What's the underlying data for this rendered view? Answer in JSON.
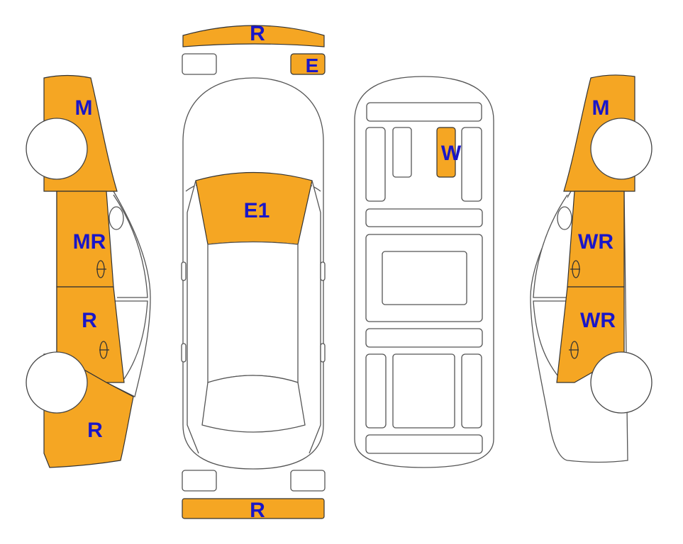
{
  "colors": {
    "damage_fill": "#F5A623",
    "label_text": "#1A16C8",
    "outline": "#555555"
  },
  "labels": {
    "front_bumper": "R",
    "headlamp_right": "E",
    "windshield": "E1",
    "rear_bumper": "R",
    "floor_panel": "W",
    "left_fender": "M",
    "left_front_door": "MR",
    "left_rear_door": "R",
    "left_quarter": "R",
    "right_fender": "M",
    "right_front_door": "WR",
    "right_rear_door": "WR"
  }
}
